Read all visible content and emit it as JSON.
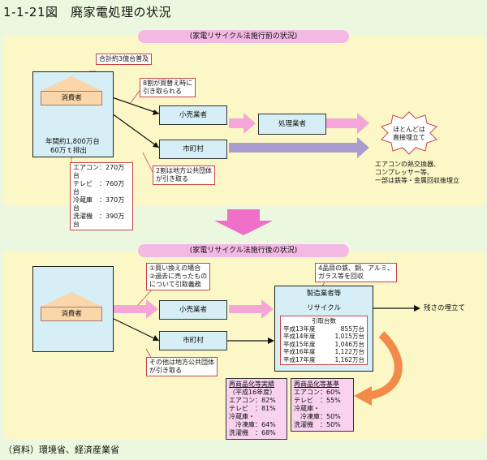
{
  "figure": {
    "title": "1-1-21図　廃家電処理の状況",
    "source": "（資料）環境省、経済産業省"
  },
  "before": {
    "header": "(家電リサイクル法施行前の状況)",
    "total_note": "合計約3億台普及",
    "consumer": "消費者",
    "annual_discard_1": "年間約1,800万台",
    "annual_discard_2": "60万ｔ排出",
    "breakdown": [
      "エアコン：270万台",
      "テレビ　：760万台",
      "冷蔵庫　：370万台",
      "洗濯機　：390万台"
    ],
    "retailer_note_1": "8割が買替え時に",
    "retailer_note_2": "引き取られる",
    "retailer": "小売業者",
    "municipality": "市町村",
    "municipality_note_1": "2割は地方公共団体",
    "municipality_note_2": "が引き取る",
    "processor": "処理業者",
    "landfill_1": "ほとんどは",
    "landfill_2": "直接埋立て",
    "recovery_1": "エアコンの熱交換器、",
    "recovery_2": "コンプレッサー等、",
    "recovery_3": "一部は鉄等・金属回収後埋立"
  },
  "after": {
    "header": "(家電リサイクル法施行後の状況)",
    "consumer": "消費者",
    "retailer_note_1": "①買い換えの場合",
    "retailer_note_2": "②過去に売ったもの",
    "retailer_note_3": "について引取義務",
    "retailer": "小売業者",
    "municipality": "市町村",
    "municipality_note_1": "その他は地方公共団体",
    "municipality_note_2": "が引き取る",
    "materials_note_1": "4品目の鉄、銅、アルミ、",
    "materials_note_2": "ガラス等を回収",
    "manufacturer": "製造業者等",
    "recycle": "リサイクル",
    "residual": "残さの埋立て",
    "collection_title": "引取台数",
    "collection": [
      {
        "year": "平成13年度",
        "count": "855万台"
      },
      {
        "year": "平成14年度",
        "count": "1,015万台"
      },
      {
        "year": "平成15年度",
        "count": "1,046万台"
      },
      {
        "year": "平成16年度",
        "count": "1,122万台"
      },
      {
        "year": "平成17年度",
        "count": "1,162万台"
      }
    ],
    "actual_title_1": "再商品化等実績",
    "actual_title_2": "（平成16年度）",
    "actual": [
      "エアコン：82%",
      "テレビ　：81%",
      "冷蔵庫・",
      "　冷凍庫：64%",
      "洗濯機　：68%"
    ],
    "standard_title": "再商品化等基準",
    "standard": [
      "エアコン：60%",
      "テレビ　：55%",
      "冷蔵庫・",
      "　冷凍庫：50%",
      "洗濯機　：50%"
    ]
  }
}
